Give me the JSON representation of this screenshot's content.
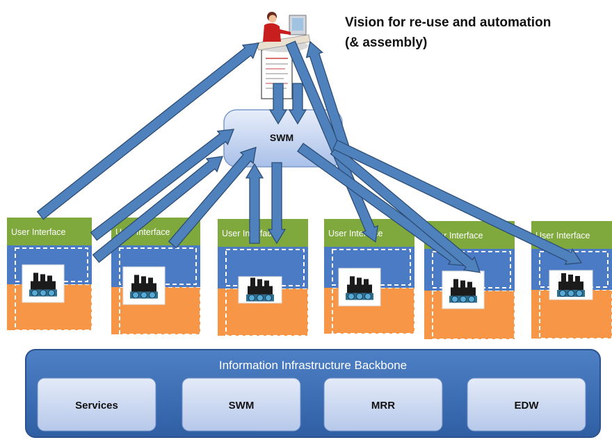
{
  "title": {
    "line1": "Vision for re-use and automation",
    "line2": "(& assembly)"
  },
  "hub": {
    "label": "SWM"
  },
  "user_person": {
    "icon": "person-at-computer-icon",
    "document_icon": "document-icon"
  },
  "applications": [
    {
      "label": "User Interface",
      "icon": "factory-icon"
    },
    {
      "label": "User Interface",
      "icon": "factory-icon"
    },
    {
      "label": "User Interface",
      "icon": "factory-icon"
    },
    {
      "label": "User Interface",
      "icon": "factory-icon"
    },
    {
      "label": "User Interface",
      "icon": "factory-icon"
    },
    {
      "label": "User Interface",
      "icon": "factory-icon"
    }
  ],
  "backbone": {
    "title": "Information Infrastructure Backbone",
    "services": [
      "Services",
      "SWM",
      "MRR",
      "EDW"
    ]
  },
  "colors": {
    "ui_green": "#7fa83d",
    "app_blue": "#4a7bc4",
    "app_orange": "#f79646",
    "arrow_fill": "#4f81bd",
    "arrow_stroke": "#2c4d76",
    "backbone": "#3f6fb5",
    "service_box": "#c9d6ee"
  }
}
